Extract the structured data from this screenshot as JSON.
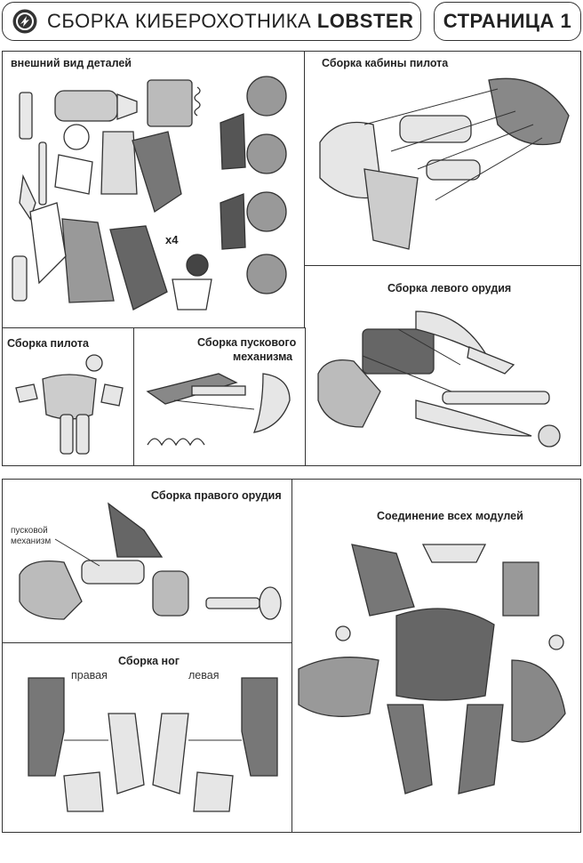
{
  "header": {
    "title_main": "СБОРКА КИБЕРОХОТНИКА ",
    "title_bold": "LOBSTER",
    "page_label": "СТРАНИЦА 1"
  },
  "sections": {
    "parts": {
      "title": "внешний вид деталей",
      "multiplier": "x4"
    },
    "cockpit": {
      "title": "Сборка кабины пилота"
    },
    "left_weapon": {
      "title": "Сборка левого орудия"
    },
    "pilot": {
      "title": "Сборка пилота"
    },
    "launcher": {
      "title_line1": "Сборка пускового",
      "title_line2": "механизма"
    },
    "right_weapon": {
      "title": "Сборка правого орудия",
      "annotation_line1": "пусковой",
      "annotation_line2": "механизм"
    },
    "all_modules": {
      "title": "Соединение всех модулей"
    },
    "legs": {
      "title": "Сборка ног",
      "right_label": "правая",
      "left_label": "левая"
    }
  }
}
